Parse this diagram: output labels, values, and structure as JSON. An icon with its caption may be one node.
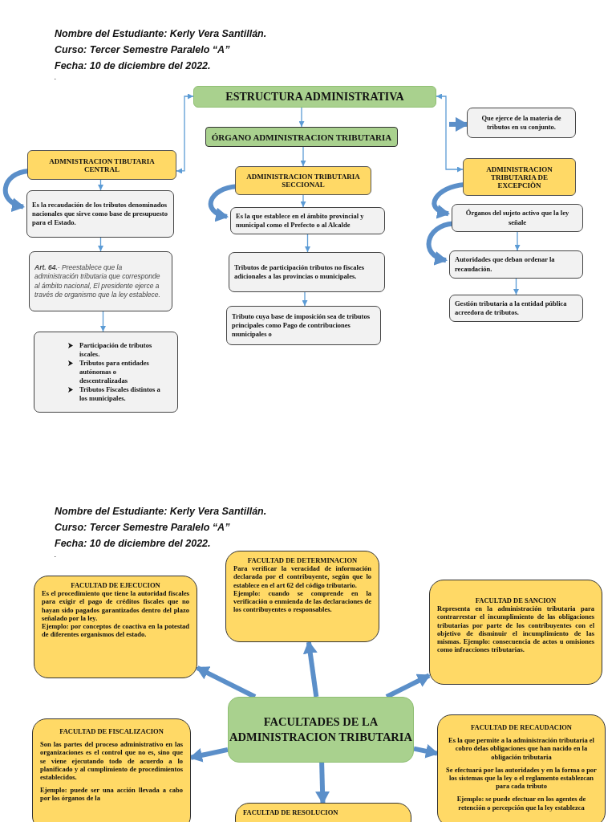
{
  "diagram": {
    "nodes": [
      {
        "text": [
          "ESTRUCTURA ADMINISTRATIVA"
        ]
      },
      {
        "text": [
          "ÓRGANO ADMINISTRACION TRIBUTARIA"
        ]
      },
      {
        "text": [
          "ADMNISTRACION TIBUTARIA CENTRAL"
        ]
      },
      {
        "text": [
          "Es la recaudación de los tributos denominados nacionales que sirve como base de presupuesto para el Estado."
        ]
      },
      {
        "text": [
          "**Art. 64.**- Preestablece que la administración tributaria que corresponde al ámbito nacional, El presidente ejerce a través de organismo que la ley establece."
        ]
      },
      {
        "text": [
          "Participación de tributos iscales.",
          "Tributos para entidades autónomas o descentralizadas",
          "Tributos Fiscales distintos a los municipales."
        ]
      },
      {
        "text": [
          "ADMINISTRACION TRIBUTARIA SECCIONAL"
        ]
      },
      {
        "text": [
          "Es la que establece en el ámbito provincial y municipal como el Prefecto o al Alcalde"
        ]
      },
      {
        "text": [
          "Tributos de participación tributos no fiscales adicionales a las provincias o municipales."
        ]
      },
      {
        "text": [
          "Tributo cuya base de imposición sea de tributos principales como Pago de contribuciones municipales o"
        ]
      },
      {
        "text": [
          "Que ejerce de la materia de tributos en su conjunto."
        ]
      },
      {
        "text": [
          "ADMINISTRACION TRIBUTARIA DE EXCEPCIÒN"
        ]
      },
      {
        "text": [
          "Órganos del sujeto activo que la ley señale"
        ]
      },
      {
        "text": [
          "Autoridades que deban ordenar la recaudación."
        ]
      },
      {
        "text": [
          "Gestión tributaria a la entidad pública acreedora de tributos."
        ]
      },
      {
        "text": [
          "FACULTAD DE DETERMINACION",
          "Para verificar la veracidad de información declarada por el contribuyente, según que lo establece en el art 62 del código tributario.",
          "Ejemplo: cuando se comprende en la verificación o enmienda de las declaraciones de los contribuyentes o responsables."
        ]
      },
      {
        "text": [
          "FACULTAD DE EJECUCION",
          "Es el procedimiento que tiene la autoridad fiscales para exigir el pago de créditos fiscales que no hayan sido pagados garantizados dentro del plazo señalado por la ley.",
          "Ejemplo: por conceptos de coactiva en la potestad de diferentes organismos del estado."
        ]
      },
      {
        "text": [
          "FACULTAD DE SANCION",
          "Representa en la administración tributaria para contrarrestar el incumplimiento de las obligaciones tributarias por parte de los contribuyentes con el objetivo de disminuir el incumplimiento de las mismas. Ejemplo: consecuencia de actos u omisiones como infracciones tributarias."
        ]
      },
      {
        "text": [
          "FACULTADES DE LA ADMINISTRACION TRIBUTARIA"
        ]
      },
      {
        "text": [
          "FACULTAD DE FISCALIZACION",
          "Son las partes del proceso administrativo en las organizaciones es el control que no es, sino que se viene ejecutando todo de acuerdo a lo planificado y al cumplimiento de procedimientos establecidos.",
          "Ejemplo: puede ser una acción llevada a cabo por los órganos de la"
        ]
      },
      {
        "text": [
          "FACULTAD DE RECAUDACION",
          "Es la que permite a la administración tributaria el cobro delas obligaciones que han nacido en la obligación tributaria",
          "Se efectuará por las autoridades y en la forma o por los sistemas que la ley o el reglamento establezcan para cada tributo",
          "Ejemplo: se puede efectuar en los agentes de retención o percepción que la ley establezca"
        ]
      },
      {
        "text": [
          "FACULTAD DE RESOLUCION"
        ]
      }
    ],
    "edges": [
      {
        "from": 0,
        "to": 1,
        "arrow": "to"
      },
      {
        "from": 1,
        "to": 6,
        "arrow": "to"
      },
      {
        "from": 6,
        "to": 7,
        "arrow": "to"
      },
      {
        "from": 7,
        "to": 8,
        "arrow": "to"
      },
      {
        "from": 8,
        "to": 9,
        "arrow": "to"
      },
      {
        "from": 2,
        "to": 3,
        "arrow": "to"
      },
      {
        "from": 3,
        "to": 4,
        "arrow": "to"
      },
      {
        "from": 4,
        "to": 5,
        "arrow": "to"
      },
      {
        "from": 0,
        "to": 2,
        "arrow": "both"
      },
      {
        "from": 0,
        "to": 11,
        "arrow": "both"
      },
      {
        "from": null,
        "to": 10,
        "arrow": "to",
        "style": "thick"
      },
      {
        "from": 2,
        "to": 3,
        "arrow": "to",
        "style": "thick"
      },
      {
        "from": 6,
        "to": 7,
        "arrow": "to",
        "style": "thick"
      },
      {
        "from": 11,
        "to": 12,
        "arrow": "to",
        "style": "thick"
      },
      {
        "from": 12,
        "to": 13,
        "arrow": "to",
        "style": "thick"
      },
      {
        "from": 12,
        "to": 13,
        "arrow": "to"
      },
      {
        "from": 13,
        "to": 14,
        "arrow": "to"
      },
      {
        "from": 18,
        "to": 15,
        "arrow": "to",
        "style": "thick"
      },
      {
        "from": 18,
        "to": 16,
        "arrow": "to",
        "style": "thick"
      },
      {
        "from": 18,
        "to": 17,
        "arrow": "to",
        "style": "thick"
      },
      {
        "from": 18,
        "to": 19,
        "arrow": "to",
        "style": "thick"
      },
      {
        "from": 18,
        "to": 20,
        "arrow": "to",
        "style": "thick"
      },
      {
        "from": 18,
        "to": 21,
        "arrow": "to",
        "style": "thick"
      }
    ],
    "labels": [
      "Nombre del Estudiante: Kerly Vera Santillán.",
      "Curso: Tercer Semestre Paralelo “A”",
      "Fecha: 10 de diciembre del 2022.",
      ".",
      "Nombre del Estudiante: Kerly Vera Santillán.",
      "Curso: Tercer Semestre Paralelo “A”",
      "Fecha: 10 de diciembre del 2022.",
      "."
    ]
  }
}
